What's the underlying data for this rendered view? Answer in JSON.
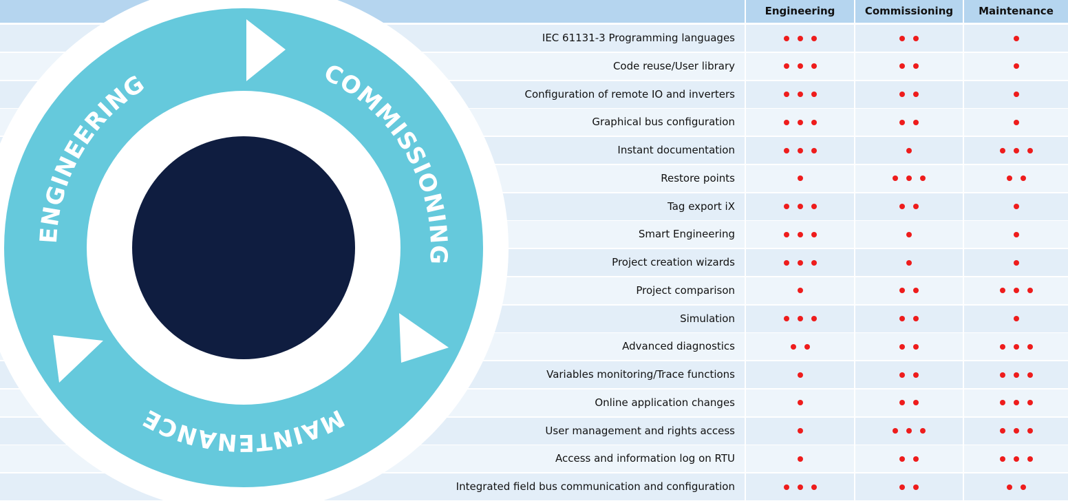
{
  "columns": [
    "Engineering",
    "Commissioning",
    "Maintenance"
  ],
  "cycle": {
    "labels": [
      "ENGINEERING",
      "COMMISSIONING",
      "MAINTENANCE"
    ],
    "colors": {
      "ring": "#65c9dc",
      "core": "#0f1d40",
      "dot": "#ee1c1c"
    }
  },
  "rows": [
    {
      "feature": "IEC 61131-3 Programming languages",
      "ratings": [
        3,
        2,
        1
      ]
    },
    {
      "feature": "Code reuse/User library",
      "ratings": [
        3,
        2,
        1
      ]
    },
    {
      "feature": "Configuration of remote IO and inverters",
      "ratings": [
        3,
        2,
        1
      ]
    },
    {
      "feature": "Graphical bus configuration",
      "ratings": [
        3,
        2,
        1
      ]
    },
    {
      "feature": "Instant documentation",
      "ratings": [
        3,
        1,
        3
      ]
    },
    {
      "feature": "Restore points",
      "ratings": [
        1,
        3,
        2
      ]
    },
    {
      "feature": "Tag export iX",
      "ratings": [
        3,
        2,
        1
      ]
    },
    {
      "feature": "Smart Engineering",
      "ratings": [
        3,
        1,
        1
      ]
    },
    {
      "feature": "Project creation wizards",
      "ratings": [
        3,
        1,
        1
      ]
    },
    {
      "feature": "Project comparison",
      "ratings": [
        1,
        2,
        3
      ]
    },
    {
      "feature": "Simulation",
      "ratings": [
        3,
        2,
        1
      ]
    },
    {
      "feature": "Advanced diagnostics",
      "ratings": [
        2,
        2,
        3
      ]
    },
    {
      "feature": "Variables monitoring/Trace functions",
      "ratings": [
        1,
        2,
        3
      ]
    },
    {
      "feature": "Online application changes",
      "ratings": [
        1,
        2,
        3
      ]
    },
    {
      "feature": "User management and rights access",
      "ratings": [
        1,
        3,
        3
      ]
    },
    {
      "feature": "Access and information log on RTU",
      "ratings": [
        1,
        2,
        3
      ]
    },
    {
      "feature": "Integrated field bus communication and configuration",
      "ratings": [
        3,
        2,
        2
      ]
    }
  ]
}
